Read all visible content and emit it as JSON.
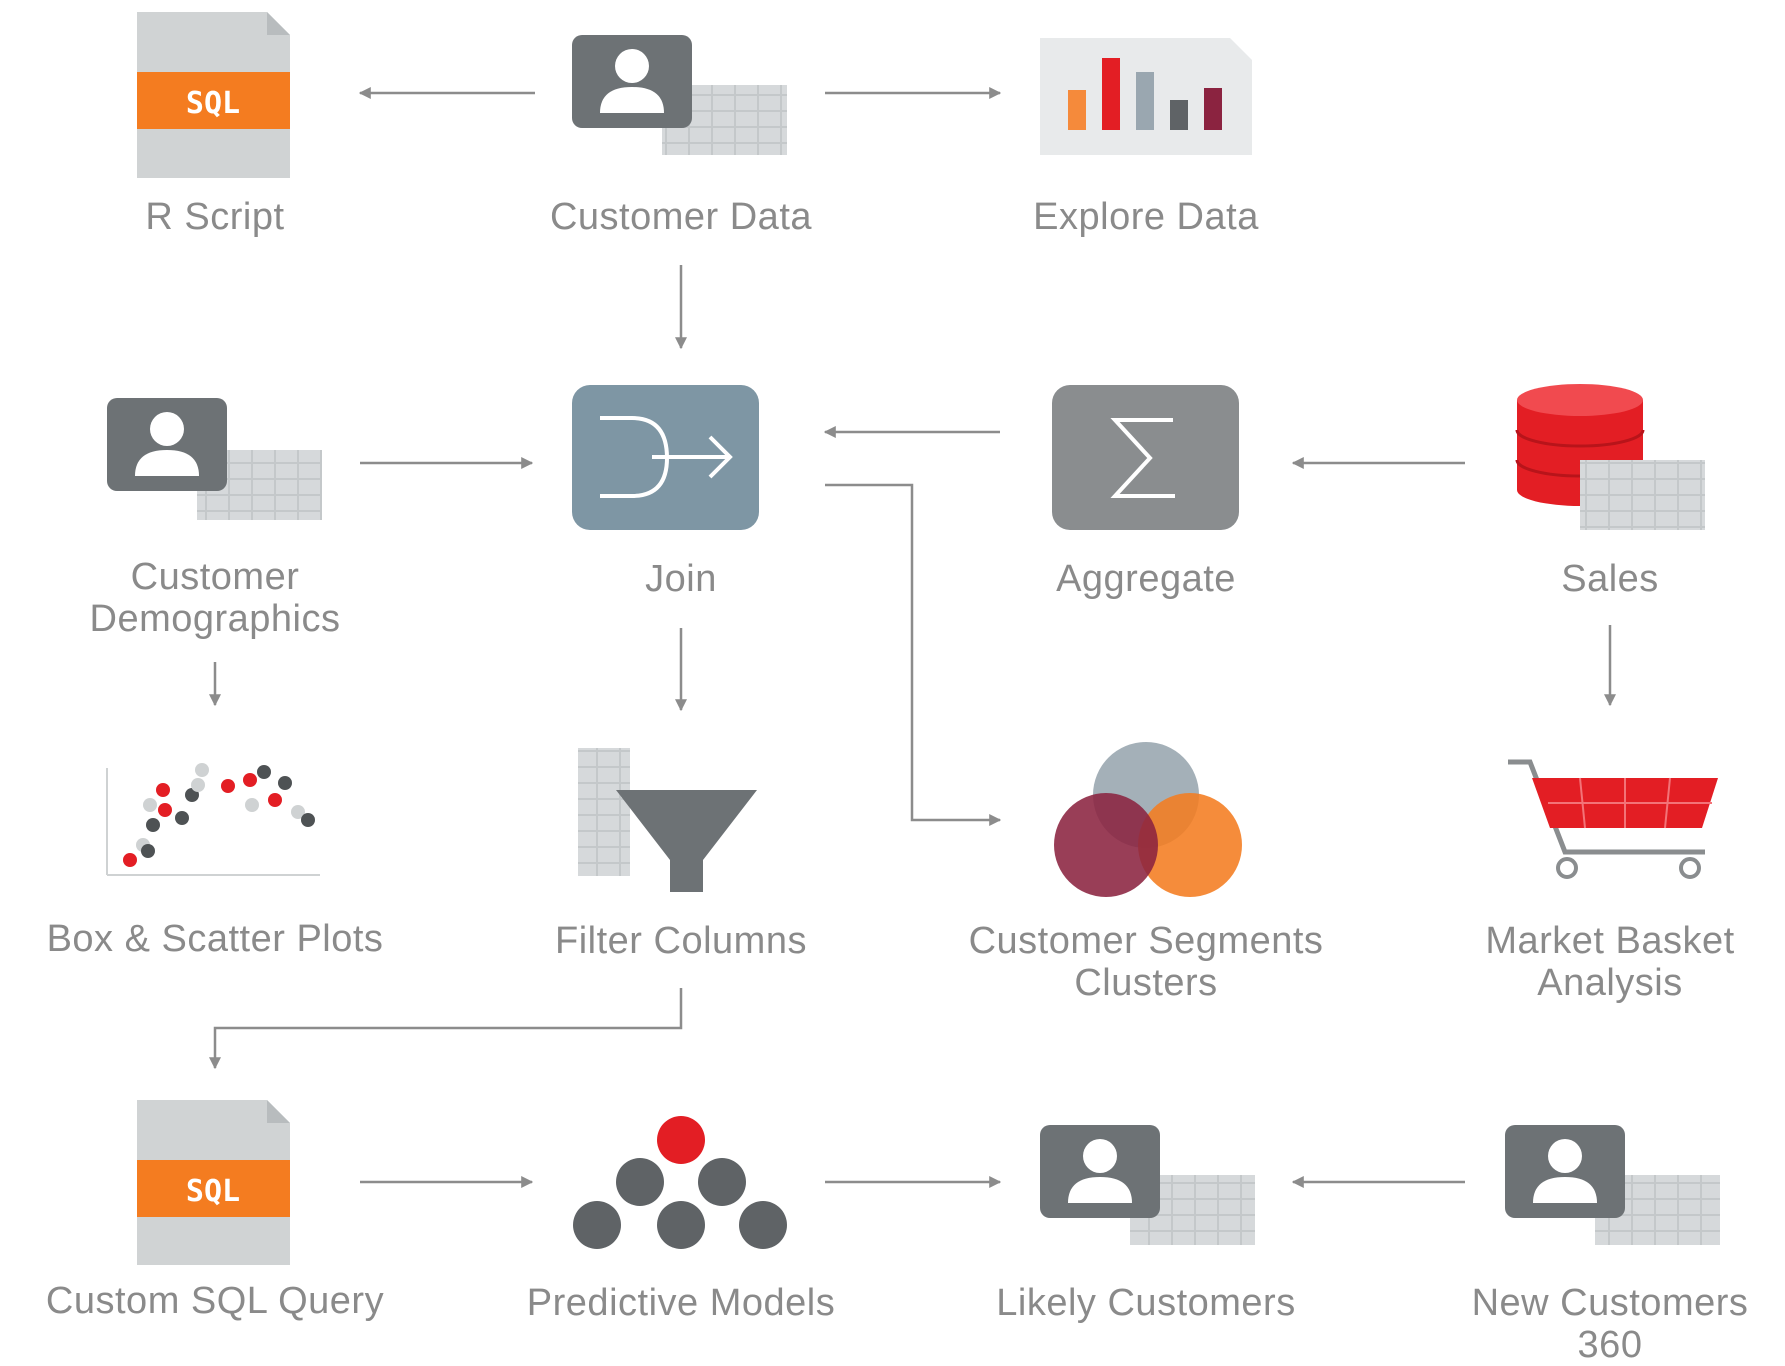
{
  "colors": {
    "accent_orange": "#f47c20",
    "join_blue": "#7e96a4",
    "dark_gray": "#6d7275",
    "medium_gray": "#8a8d8f",
    "light_gray": "#d0d3d4",
    "grid_gray": "#c4c8ca",
    "red": "#e31e24",
    "dark_red": "#8b2340",
    "label_gray": "#8a8a8a",
    "arrow_gray": "#8c8c8c"
  },
  "sql_badge": "SQL",
  "nodes": {
    "r_script": {
      "label": "R Script",
      "icon": "sql-file-icon"
    },
    "customer_data": {
      "label": "Customer Data",
      "icon": "user-table-icon"
    },
    "explore_data": {
      "label": "Explore Data",
      "icon": "bar-chart-icon"
    },
    "customer_demographics": {
      "label_line1": "Customer",
      "label_line2": "Demographics",
      "icon": "user-table-icon"
    },
    "join": {
      "label": "Join",
      "icon": "join-icon"
    },
    "aggregate": {
      "label": "Aggregate",
      "icon": "sigma-icon"
    },
    "sales": {
      "label": "Sales",
      "icon": "database-icon"
    },
    "box_scatter": {
      "label": "Box & Scatter Plots",
      "icon": "scatter-plot-icon"
    },
    "filter_columns": {
      "label": "Filter Columns",
      "icon": "funnel-icon"
    },
    "customer_segments": {
      "label_line1": "Customer Segments",
      "label_line2": "Clusters",
      "icon": "venn-icon"
    },
    "market_basket": {
      "label_line1": "Market Basket",
      "label_line2": "Analysis",
      "icon": "shopping-cart-icon"
    },
    "custom_sql": {
      "label": "Custom SQL Query",
      "icon": "sql-file-icon"
    },
    "predictive_models": {
      "label": "Predictive Models",
      "icon": "tree-model-icon"
    },
    "likely_customers": {
      "label": "Likely Customers",
      "icon": "user-table-icon"
    },
    "new_customers": {
      "label_line1": "New Customers",
      "label_line2": "360",
      "icon": "user-table-icon"
    }
  }
}
